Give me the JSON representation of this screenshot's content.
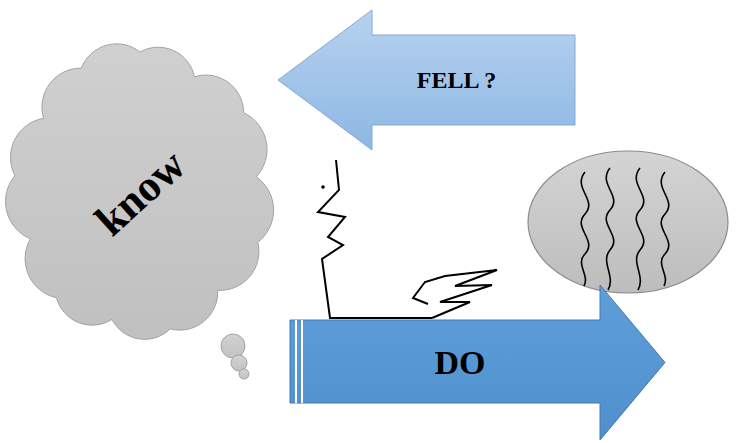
{
  "diagram": {
    "nodes": [
      {
        "text": [
          "FELL ?"
        ]
      },
      {
        "text": [
          "know"
        ]
      },
      {
        "text": [
          "DO"
        ]
      }
    ]
  }
}
